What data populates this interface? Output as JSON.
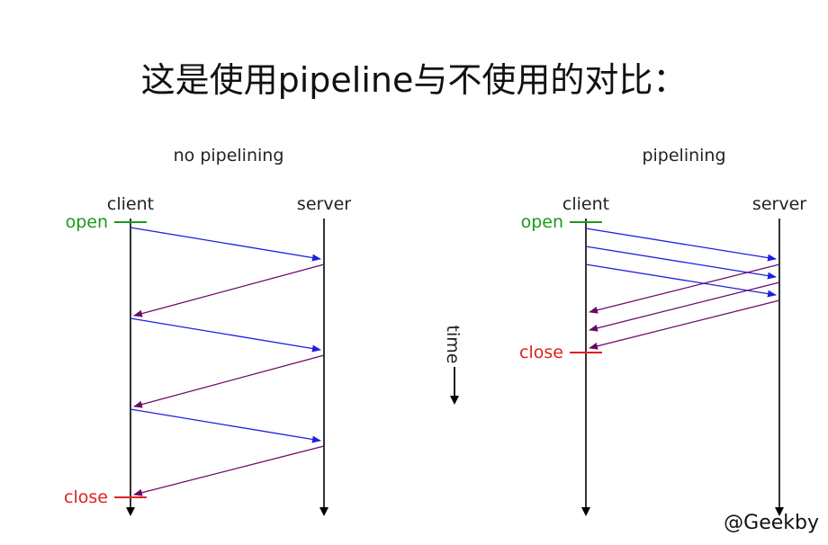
{
  "title": "这是使用pipeline与不使用的对比：",
  "panels": [
    {
      "title": "no pipelining",
      "client_label": "client",
      "server_label": "server",
      "open_label": "open",
      "close_label": "close",
      "pipelined": false,
      "round_trips": 3
    },
    {
      "title": "pipelining",
      "client_label": "client",
      "server_label": "server",
      "open_label": "open",
      "close_label": "close",
      "pipelined": true,
      "round_trips": 3
    }
  ],
  "time_label": "time",
  "watermark": "@Geekby",
  "colors": {
    "request": "#1f1fe0",
    "response": "#6a0a6a",
    "open": "#1a9a1a",
    "close": "#e02020",
    "timeline": "#000000"
  }
}
